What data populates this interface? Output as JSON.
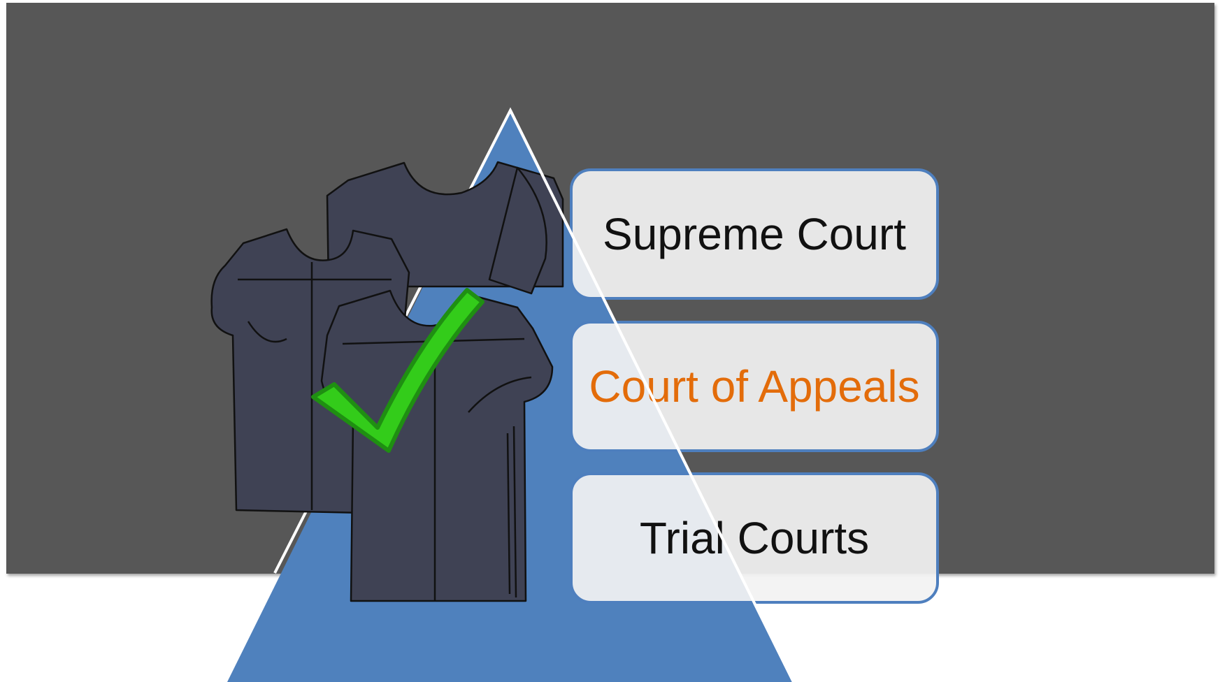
{
  "levels": [
    {
      "label": "Supreme Court",
      "highlighted": false
    },
    {
      "label": "Court of Appeals",
      "highlighted": true
    },
    {
      "label": "Trial Courts",
      "highlighted": false
    }
  ],
  "colors": {
    "background_band": "#575757",
    "pyramid": "#4f81bd",
    "box_border": "#4e7fbe",
    "box_fill": "#f2f2f2",
    "highlight_text": "#e36c0a",
    "robe": "#3f4254",
    "checkmark": "#33cc1a"
  },
  "icons": {
    "robes": "judicial-robes-icon",
    "check": "checkmark-icon"
  }
}
